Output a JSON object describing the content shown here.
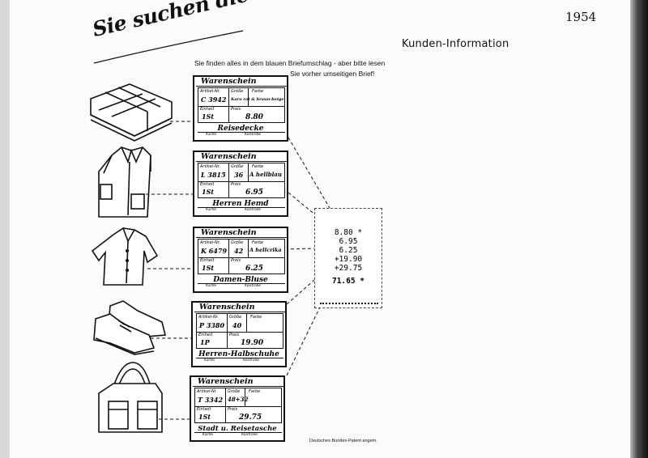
{
  "page": {
    "title": "Sie suchen die Rechnung ?",
    "year": "1954",
    "heading": "Kunden-Information",
    "subtitle_line1": "Sie finden alles in dem blauen  Briefumschlag - aber bitte lesen",
    "subtitle_line2": "Sie vorher umseitigen Brief!",
    "patent": "Deutsches Bundes-Patent angem."
  },
  "labels": {
    "form_title": "Warenschein",
    "article_no": "Artikel-Nr.",
    "size": "Größe",
    "color": "Farbe",
    "unit": "Einheit",
    "price": "Preis",
    "kartei": "Kartei",
    "kontrolle": "Kontrolle"
  },
  "cards": [
    {
      "article": "C 3942",
      "size": "",
      "color": "Karo rot & braun-beige",
      "unit": "1St",
      "price": "8.80",
      "name": "Reisedecke"
    },
    {
      "article": "L 3815",
      "size": "36",
      "color": "A hellblau",
      "unit": "1St",
      "price": "6.95",
      "name": "Herren Hemd"
    },
    {
      "article": "K 6479",
      "size": "42",
      "color": "A hellcrika",
      "unit": "1St",
      "price": "6.25",
      "name": "Damen-Bluse"
    },
    {
      "article": "P 3380",
      "size": "40",
      "color": "",
      "unit": "1P",
      "price": "19.90",
      "name": "Herren-Halbschuhe"
    },
    {
      "article": "T 3342",
      "size": "48+32",
      "color": "",
      "unit": "1St",
      "price": "29.75",
      "name": "Stadt u. Reisetasche"
    }
  ],
  "receipt": {
    "lines": [
      "8.80 *",
      "6.95",
      "6.25",
      "+19.90",
      "+29.75"
    ],
    "total": "71.65 *"
  }
}
